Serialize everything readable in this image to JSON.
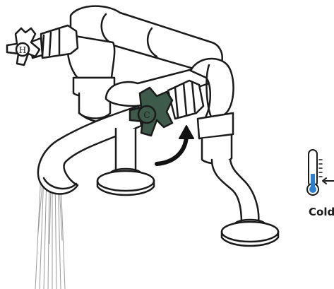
{
  "diagram": {
    "temperature_label": "Cold",
    "hot_tap_letter": "H",
    "cold_tap_letter": "C"
  },
  "colors": {
    "outline": "#1a1a1a",
    "pipe_fill": "#ffffff",
    "active_handle": "#3d5a4b",
    "turn_arrow": "#111111",
    "thermometer_cold": "#2f7fd1",
    "water_lines": "#9a9a9a"
  },
  "icons": {
    "hot_handle": "cross-handle-icon",
    "cold_handle": "cross-handle-icon",
    "turn_arrow": "curved-arrow-icon",
    "thermometer": "thermometer-icon"
  }
}
